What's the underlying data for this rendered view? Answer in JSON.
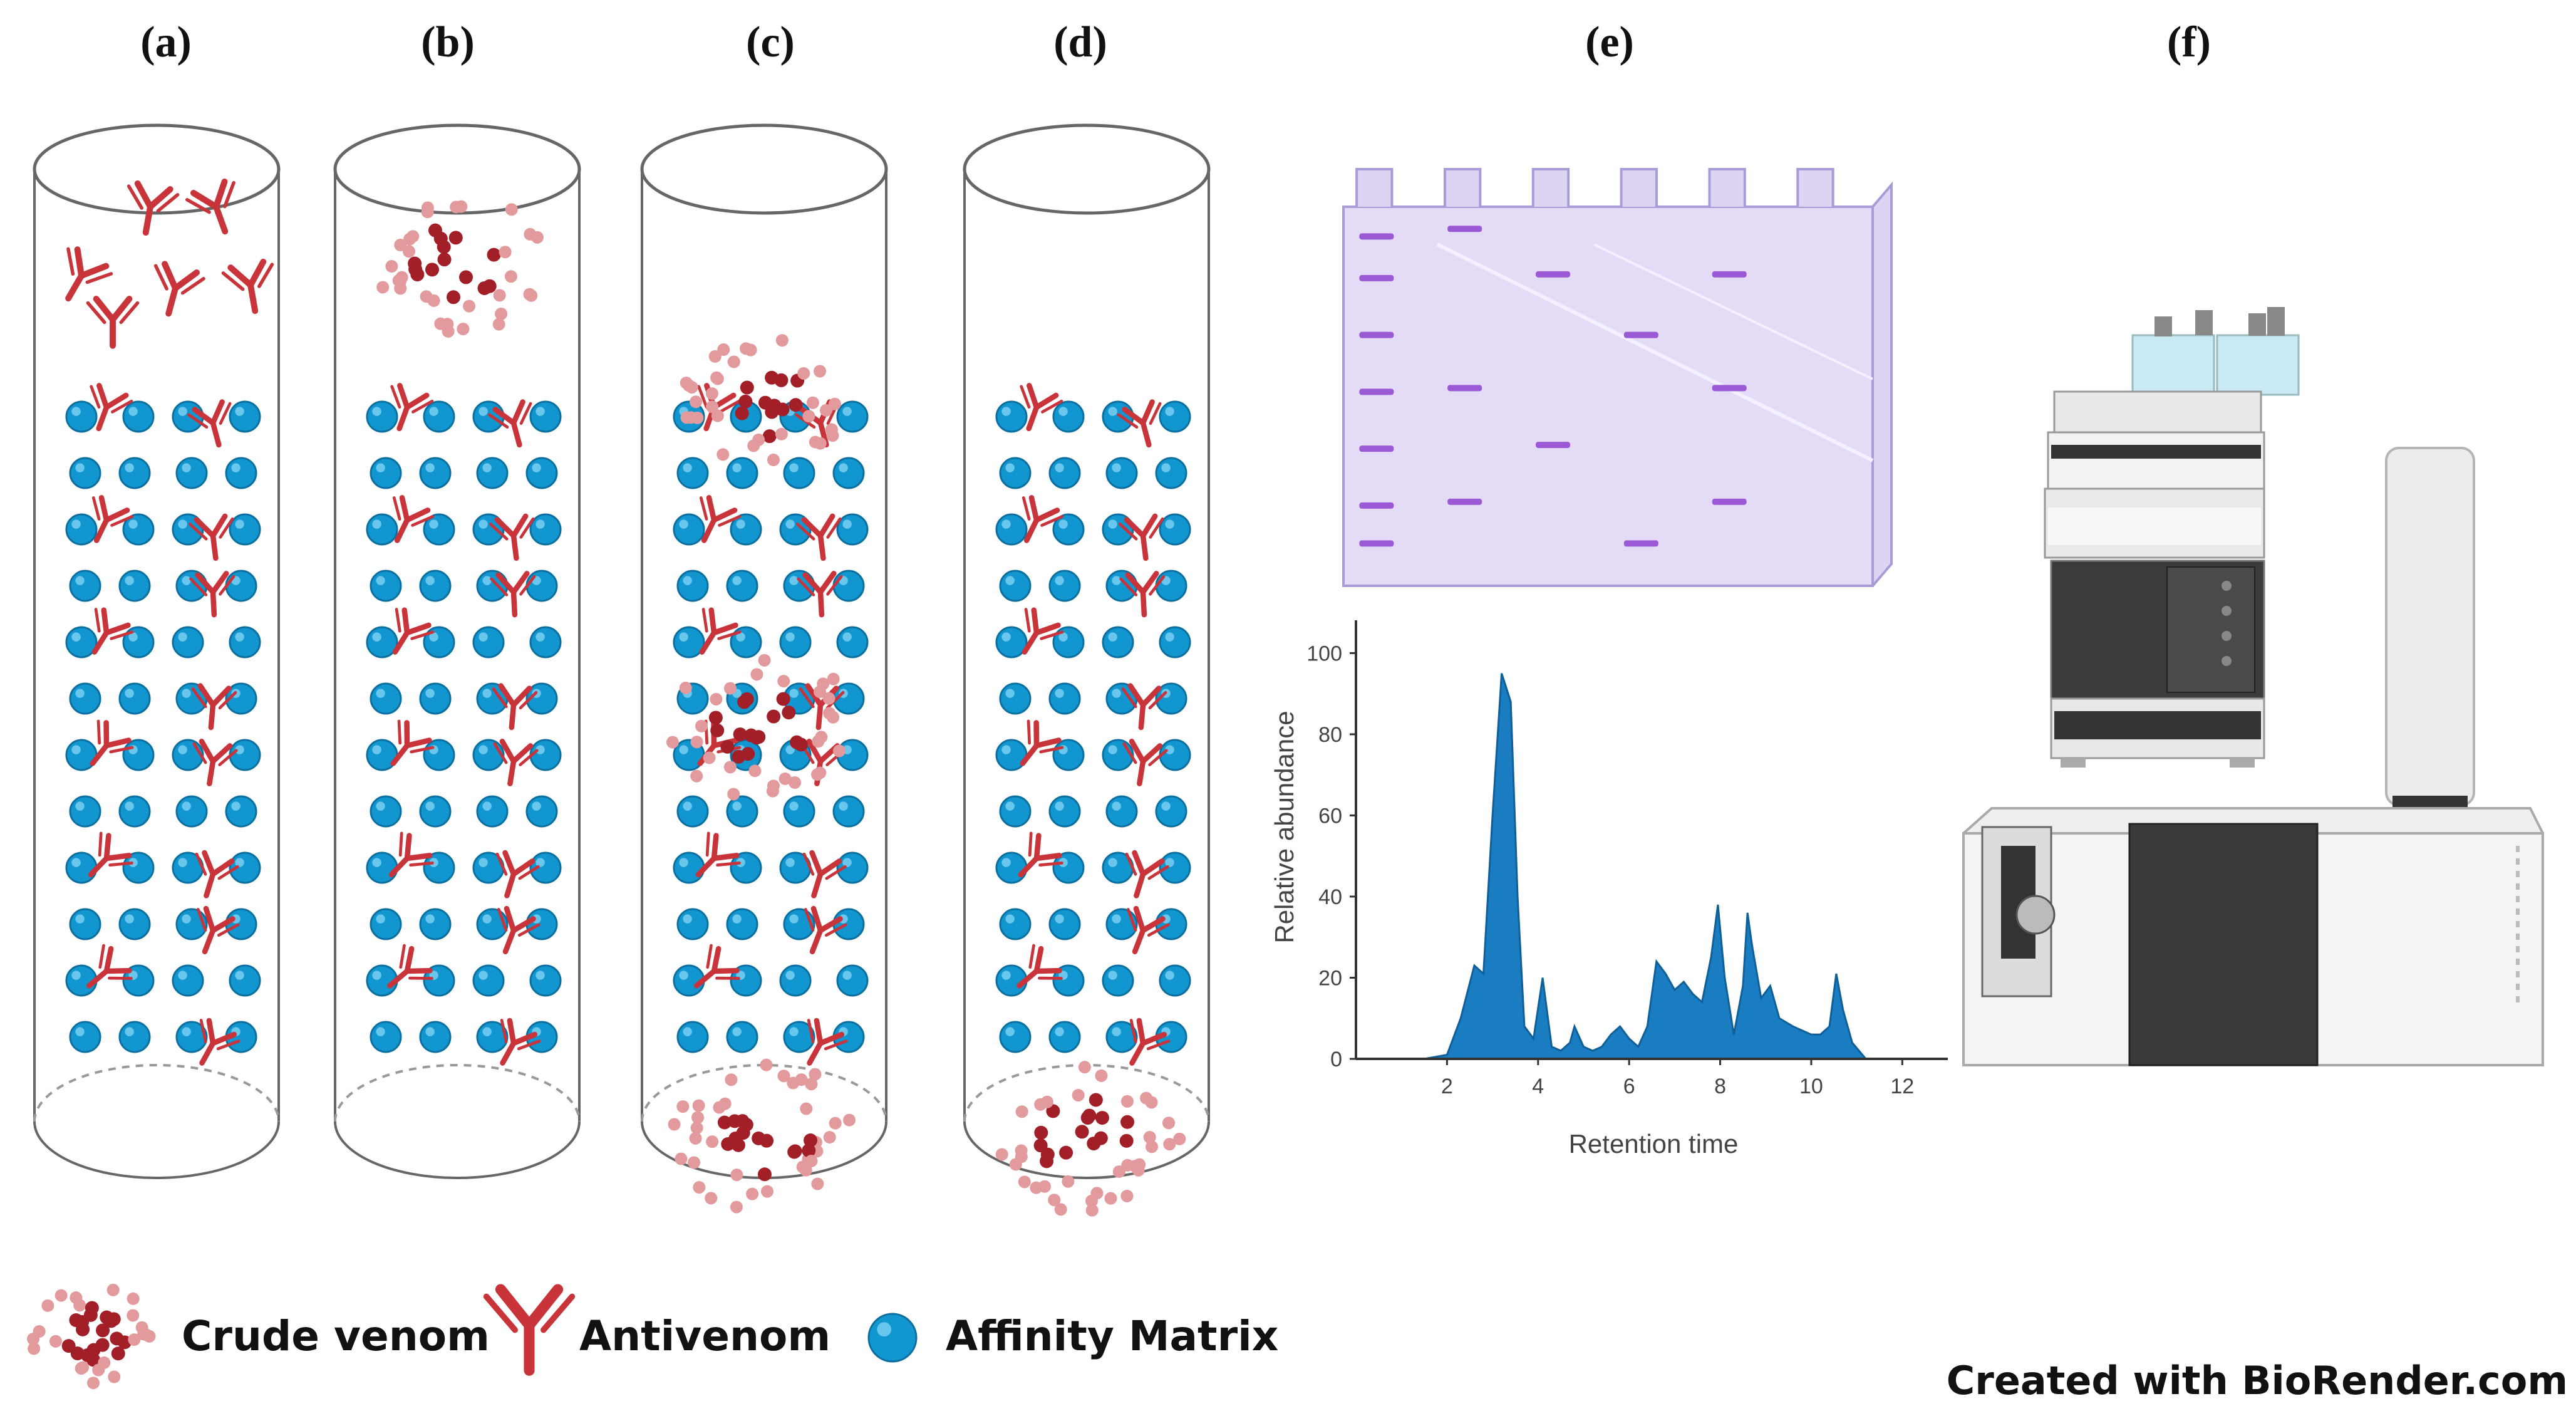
{
  "panels": [
    "(a)",
    "(b)",
    "(c)",
    "(d)",
    "(e)",
    "(f)"
  ],
  "legend": {
    "venom": "Crude venom",
    "antivenom": "Antivenom",
    "matrix": "Affinity Matrix"
  },
  "credit": "Created with BioRender.com",
  "colors": {
    "matrix": "#1296d0",
    "antibody": "#c9333a",
    "venom_dark": "#a21f28",
    "venom_light": "#e39a9d",
    "gel_fill": "#ddd4f4",
    "gel_band": "#9b59d6",
    "chromatogram": "#1a7cc1"
  },
  "columns": [
    {
      "panel": "(a)",
      "has_top_antibodies": true,
      "bound_venom": false,
      "eluted_venom": false,
      "top_venom": false
    },
    {
      "panel": "(b)",
      "has_top_antibodies": false,
      "bound_venom": false,
      "eluted_venom": false,
      "top_venom": true
    },
    {
      "panel": "(c)",
      "has_top_antibodies": false,
      "bound_venom": true,
      "eluted_venom": true,
      "top_venom": false
    },
    {
      "panel": "(d)",
      "has_top_antibodies": false,
      "bound_venom": false,
      "eluted_venom": true,
      "top_venom": false
    }
  ],
  "gel": {
    "wells": 6,
    "lanes": [
      [
        0.07,
        0.18,
        0.33,
        0.48,
        0.63,
        0.78,
        0.88
      ],
      [
        0.05,
        0.47,
        0.77
      ],
      [
        0.17,
        0.62
      ],
      [
        0.33,
        0.88
      ],
      [
        0.17,
        0.47,
        0.77
      ],
      []
    ]
  },
  "chart_data": {
    "type": "area",
    "title": "",
    "xlabel": "Retention time",
    "ylabel": "Relative abundance",
    "xlim": [
      0,
      13
    ],
    "ylim": [
      0,
      105
    ],
    "xticks": [
      2,
      4,
      6,
      8,
      10,
      12
    ],
    "yticks": [
      0,
      20,
      40,
      60,
      80,
      100
    ],
    "x": [
      1.5,
      2.0,
      2.3,
      2.6,
      2.8,
      3.0,
      3.2,
      3.4,
      3.55,
      3.7,
      3.9,
      4.1,
      4.3,
      4.5,
      4.7,
      4.8,
      5.0,
      5.2,
      5.4,
      5.6,
      5.8,
      6.0,
      6.2,
      6.4,
      6.6,
      6.8,
      7.0,
      7.2,
      7.4,
      7.6,
      7.8,
      7.95,
      8.1,
      8.3,
      8.5,
      8.6,
      8.7,
      8.9,
      9.1,
      9.3,
      9.6,
      10.0,
      10.2,
      10.4,
      10.55,
      10.7,
      10.9,
      11.2
    ],
    "values": [
      0,
      1,
      10,
      23,
      21,
      60,
      95,
      88,
      40,
      8,
      5,
      20,
      3,
      2,
      4,
      8,
      3,
      2,
      3,
      6,
      8,
      5,
      3,
      8,
      24,
      21,
      17,
      19,
      16,
      14,
      25,
      38,
      20,
      6,
      18,
      36,
      28,
      15,
      18,
      10,
      8,
      6,
      6,
      8,
      21,
      12,
      4,
      0
    ]
  }
}
